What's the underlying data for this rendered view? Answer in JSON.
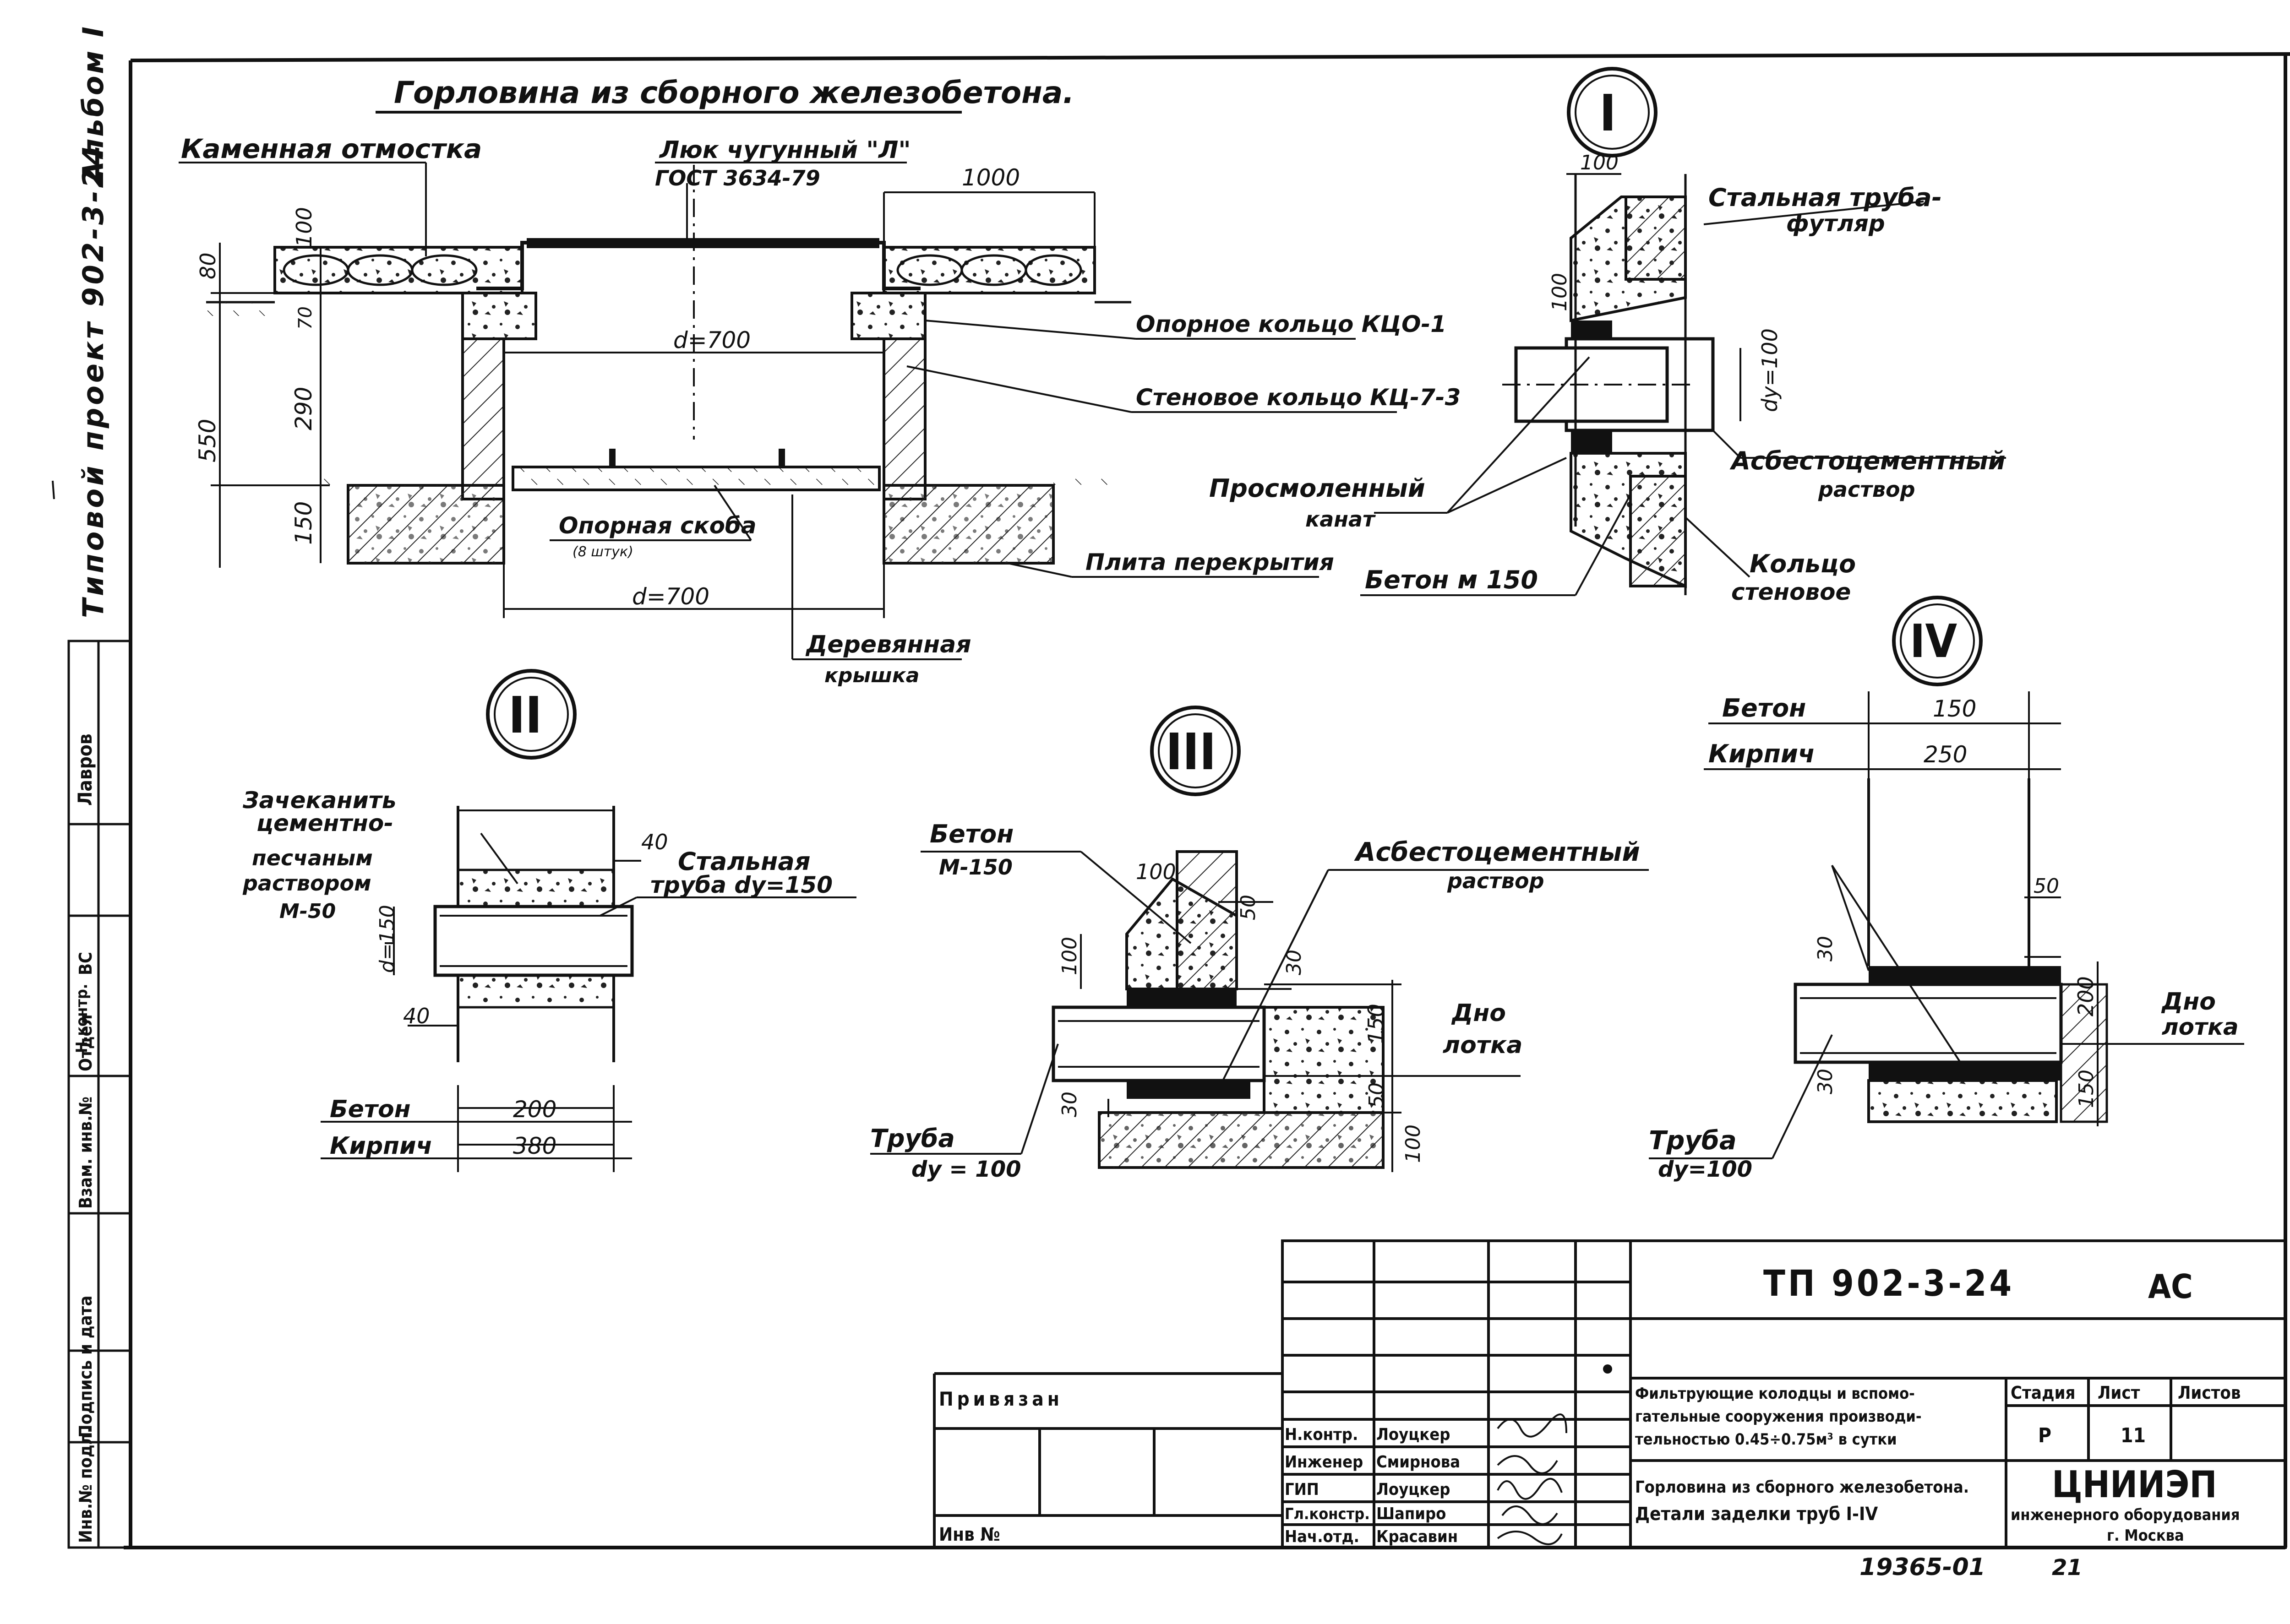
{
  "side": {
    "series": "Типовой проект 902-3-24",
    "album": "Альбом I",
    "stamp_rows": [
      "Лавров",
      "Н.контр.",
      "ВС",
      "Отдел"
    ],
    "stamp_cols": [
      "Инв.№ подл.",
      "Подпись и дата",
      "Взам. инв.№"
    ]
  },
  "title": "Горловина из сборного железобетона.",
  "main": {
    "labels": {
      "pavement": "Каменная отмостка",
      "hatch": "Люк чугунный \"Л\"",
      "gost": "ГОСТ 3634-79",
      "support_ring": "Опорное кольцо КЦО-1",
      "wall_ring": "Стеновое кольцо КЦ-7-3",
      "bracket": "Опорная скоба",
      "bracket_qty": "(8 штук)",
      "slab": "Плита перекрытия",
      "wood_cover_1": "Деревянная",
      "wood_cover_2": "крышка"
    },
    "dims": {
      "d100": "100",
      "d1000": "1000",
      "d80": "80",
      "d70": "70",
      "d550": "550",
      "d290": "290",
      "d150": "150",
      "d700_top": "d=700",
      "d700_bottom": "d=700"
    }
  },
  "detail1": {
    "mark": "I",
    "labels": {
      "steel_pipe_1": "Стальная труба-",
      "steel_pipe_2": "футляр",
      "asbestos_1": "Асбестоцементный",
      "asbestos_2": "раствор",
      "rope_1": "Просмоленный",
      "rope_2": "канат",
      "concrete": "Бетон  м 150",
      "ring_1": "Кольцо",
      "ring_2": "стеновое"
    },
    "dims": {
      "w100": "100",
      "h100": "100",
      "dy": "dy=100"
    }
  },
  "detail2": {
    "mark": "II",
    "labels": {
      "caulk_1": "Зачеканить",
      "caulk_2": "цементно-",
      "caulk_3": "песчаным",
      "caulk_4": "раствором",
      "caulk_5": "М-50",
      "steel_1": "Стальная",
      "steel_2": "труба dy=150",
      "concrete": "Бетон",
      "brick": "Кирпич"
    },
    "dims": {
      "t40_top": "40",
      "t40_bottom": "40",
      "dia": "d=150",
      "w_concrete": "200",
      "w_brick": "380"
    }
  },
  "detail3": {
    "mark": "III",
    "labels": {
      "concrete_1": "Бетон",
      "concrete_2": "М-150",
      "asbestos_1": "Асбестоцементный",
      "asbestos_2": "раствор",
      "bottom_1": "Дно",
      "bottom_2": "лотка",
      "pipe_1": "Труба",
      "pipe_2": "dy = 100"
    },
    "dims": {
      "w100": "100",
      "h100": "100",
      "t50": "50",
      "t30a": "30",
      "h150": "150",
      "h50": "50",
      "t30b": "30",
      "h100b": "100"
    }
  },
  "detail4": {
    "mark": "IV",
    "labels": {
      "concrete": "Бетон",
      "brick": "Кирпич",
      "bottom_1": "Дно",
      "bottom_2": "лотка",
      "pipe_1": "Труба",
      "pipe_2": "dy=100"
    },
    "dims": {
      "w150": "150",
      "w250": "250",
      "t50": "50",
      "t30a": "30",
      "h200": "200",
      "t30b": "30",
      "h150": "150"
    }
  },
  "title_block": {
    "code": "ТП 902-3-24",
    "sheet_mark": "АС",
    "tied": "Привязан",
    "inv_no": "Инв №",
    "project_1": "Фильтрующие колодцы и вспомо-",
    "project_2": "гательные сооружения производи-",
    "project_3": "тельностью 0.45÷0.75м³ в сутки",
    "sheet_title_1": "Горловина из сборного железобетона.",
    "sheet_title_2": "Детали заделки труб I-IV",
    "stage_h": "Стадия",
    "sheet_h": "Лист",
    "sheets_h": "Листов",
    "stage": "Р",
    "sheet_no": "11",
    "org_1": "ЦНИИЭП",
    "org_2": "инженерного оборудования",
    "org_3": "г. Москва",
    "roles": [
      {
        "role": "Н.контр.",
        "name": "Лоуцкер"
      },
      {
        "role": "Инженер",
        "name": "Смирнова"
      },
      {
        "role": "ГИП",
        "name": "Лоуцкер"
      },
      {
        "role": "Гл.констр.",
        "name": "Шапиро"
      },
      {
        "role": "Нач.отд.",
        "name": "Красавин"
      }
    ]
  },
  "footer": {
    "number": "19365-01",
    "page": "21"
  }
}
